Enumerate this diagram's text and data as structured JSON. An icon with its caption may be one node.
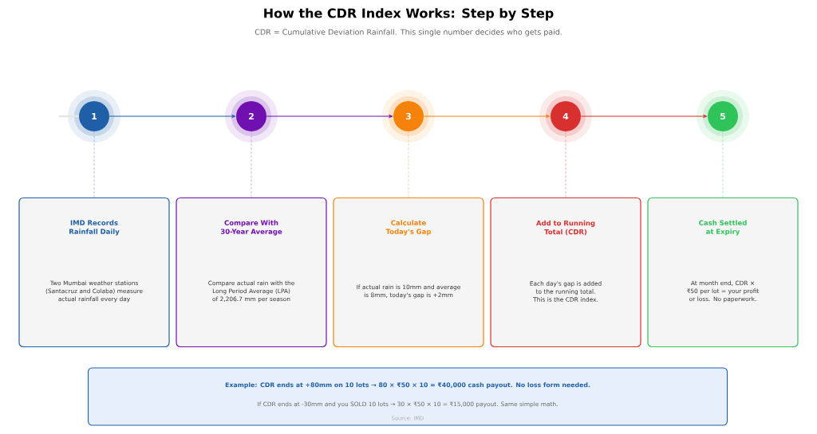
{
  "diagram": {
    "title": "How the CDR Index Works: Step by Step",
    "caption": "CDR = Cumulative Deviation Rainfall. This single number decides who gets paid.",
    "nodes": [
      {
        "text": [
          "1"
        ]
      },
      {
        "text": [
          "2"
        ]
      },
      {
        "text": [
          "3"
        ]
      },
      {
        "text": [
          "4"
        ]
      },
      {
        "text": [
          "5"
        ]
      },
      {
        "text": [
          "IMD Records Rainfall Daily",
          "Two Mumbai weather stations (Santacruz and Colaba) measure actual rainfall every day"
        ]
      },
      {
        "text": [
          "Compare With 30-Year Average",
          "Compare actual rain with the Long Period Average (LPA) of 2,206.7 mm per season"
        ]
      },
      {
        "text": [
          "Calculate Today's Gap",
          "If actual rain is 10mm and average is 8mm, today's gap is +2mm"
        ]
      },
      {
        "text": [
          "Add to Running Total (CDR)",
          "Each day's gap is added to the running total. This is the CDR index."
        ]
      },
      {
        "text": [
          "Cash Settled at Expiry",
          "At month end, CDR × ₹50 per lot = your profit or loss. No paperwork."
        ]
      },
      {
        "text": [
          "Example: CDR ends at +80mm on 10 lots  →  80 × ₹50 × 10 = ₹40,000 cash payout. No loss form needed.",
          "If CDR ends at -30mm and you SOLD 10 lots  →  30 × ₹50 × 10 = ₹15,000 payout. Same simple math."
        ]
      }
    ],
    "edges": [
      {
        "from": null,
        "to": 0,
        "arrow": "none",
        "style": "thick",
        "color": "#e6e6e6"
      },
      {
        "from": 0,
        "to": 1,
        "arrow": "to",
        "color": "#1f5fa8"
      },
      {
        "from": 1,
        "to": 2,
        "arrow": "to",
        "color": "#7010b0"
      },
      {
        "from": 2,
        "to": 3,
        "arrow": "to",
        "color": "#f5820a"
      },
      {
        "from": 3,
        "to": 4,
        "arrow": "to",
        "color": "#d8302f"
      },
      {
        "from": 0,
        "to": 5,
        "arrow": "none",
        "style": "dashed",
        "color": "#8fb4e0"
      },
      {
        "from": 1,
        "to": 6,
        "arrow": "none",
        "style": "dashed",
        "color": "#c89ee6"
      },
      {
        "from": 2,
        "to": 7,
        "arrow": "none",
        "style": "dashed",
        "color": "#f9c79a"
      },
      {
        "from": 3,
        "to": 8,
        "arrow": "none",
        "style": "dashed",
        "color": "#ec9a9a"
      },
      {
        "from": 4,
        "to": 9,
        "arrow": "none",
        "style": "dashed",
        "color": "#9ee6b4"
      }
    ],
    "labels": [
      "Source: IMD"
    ]
  }
}
